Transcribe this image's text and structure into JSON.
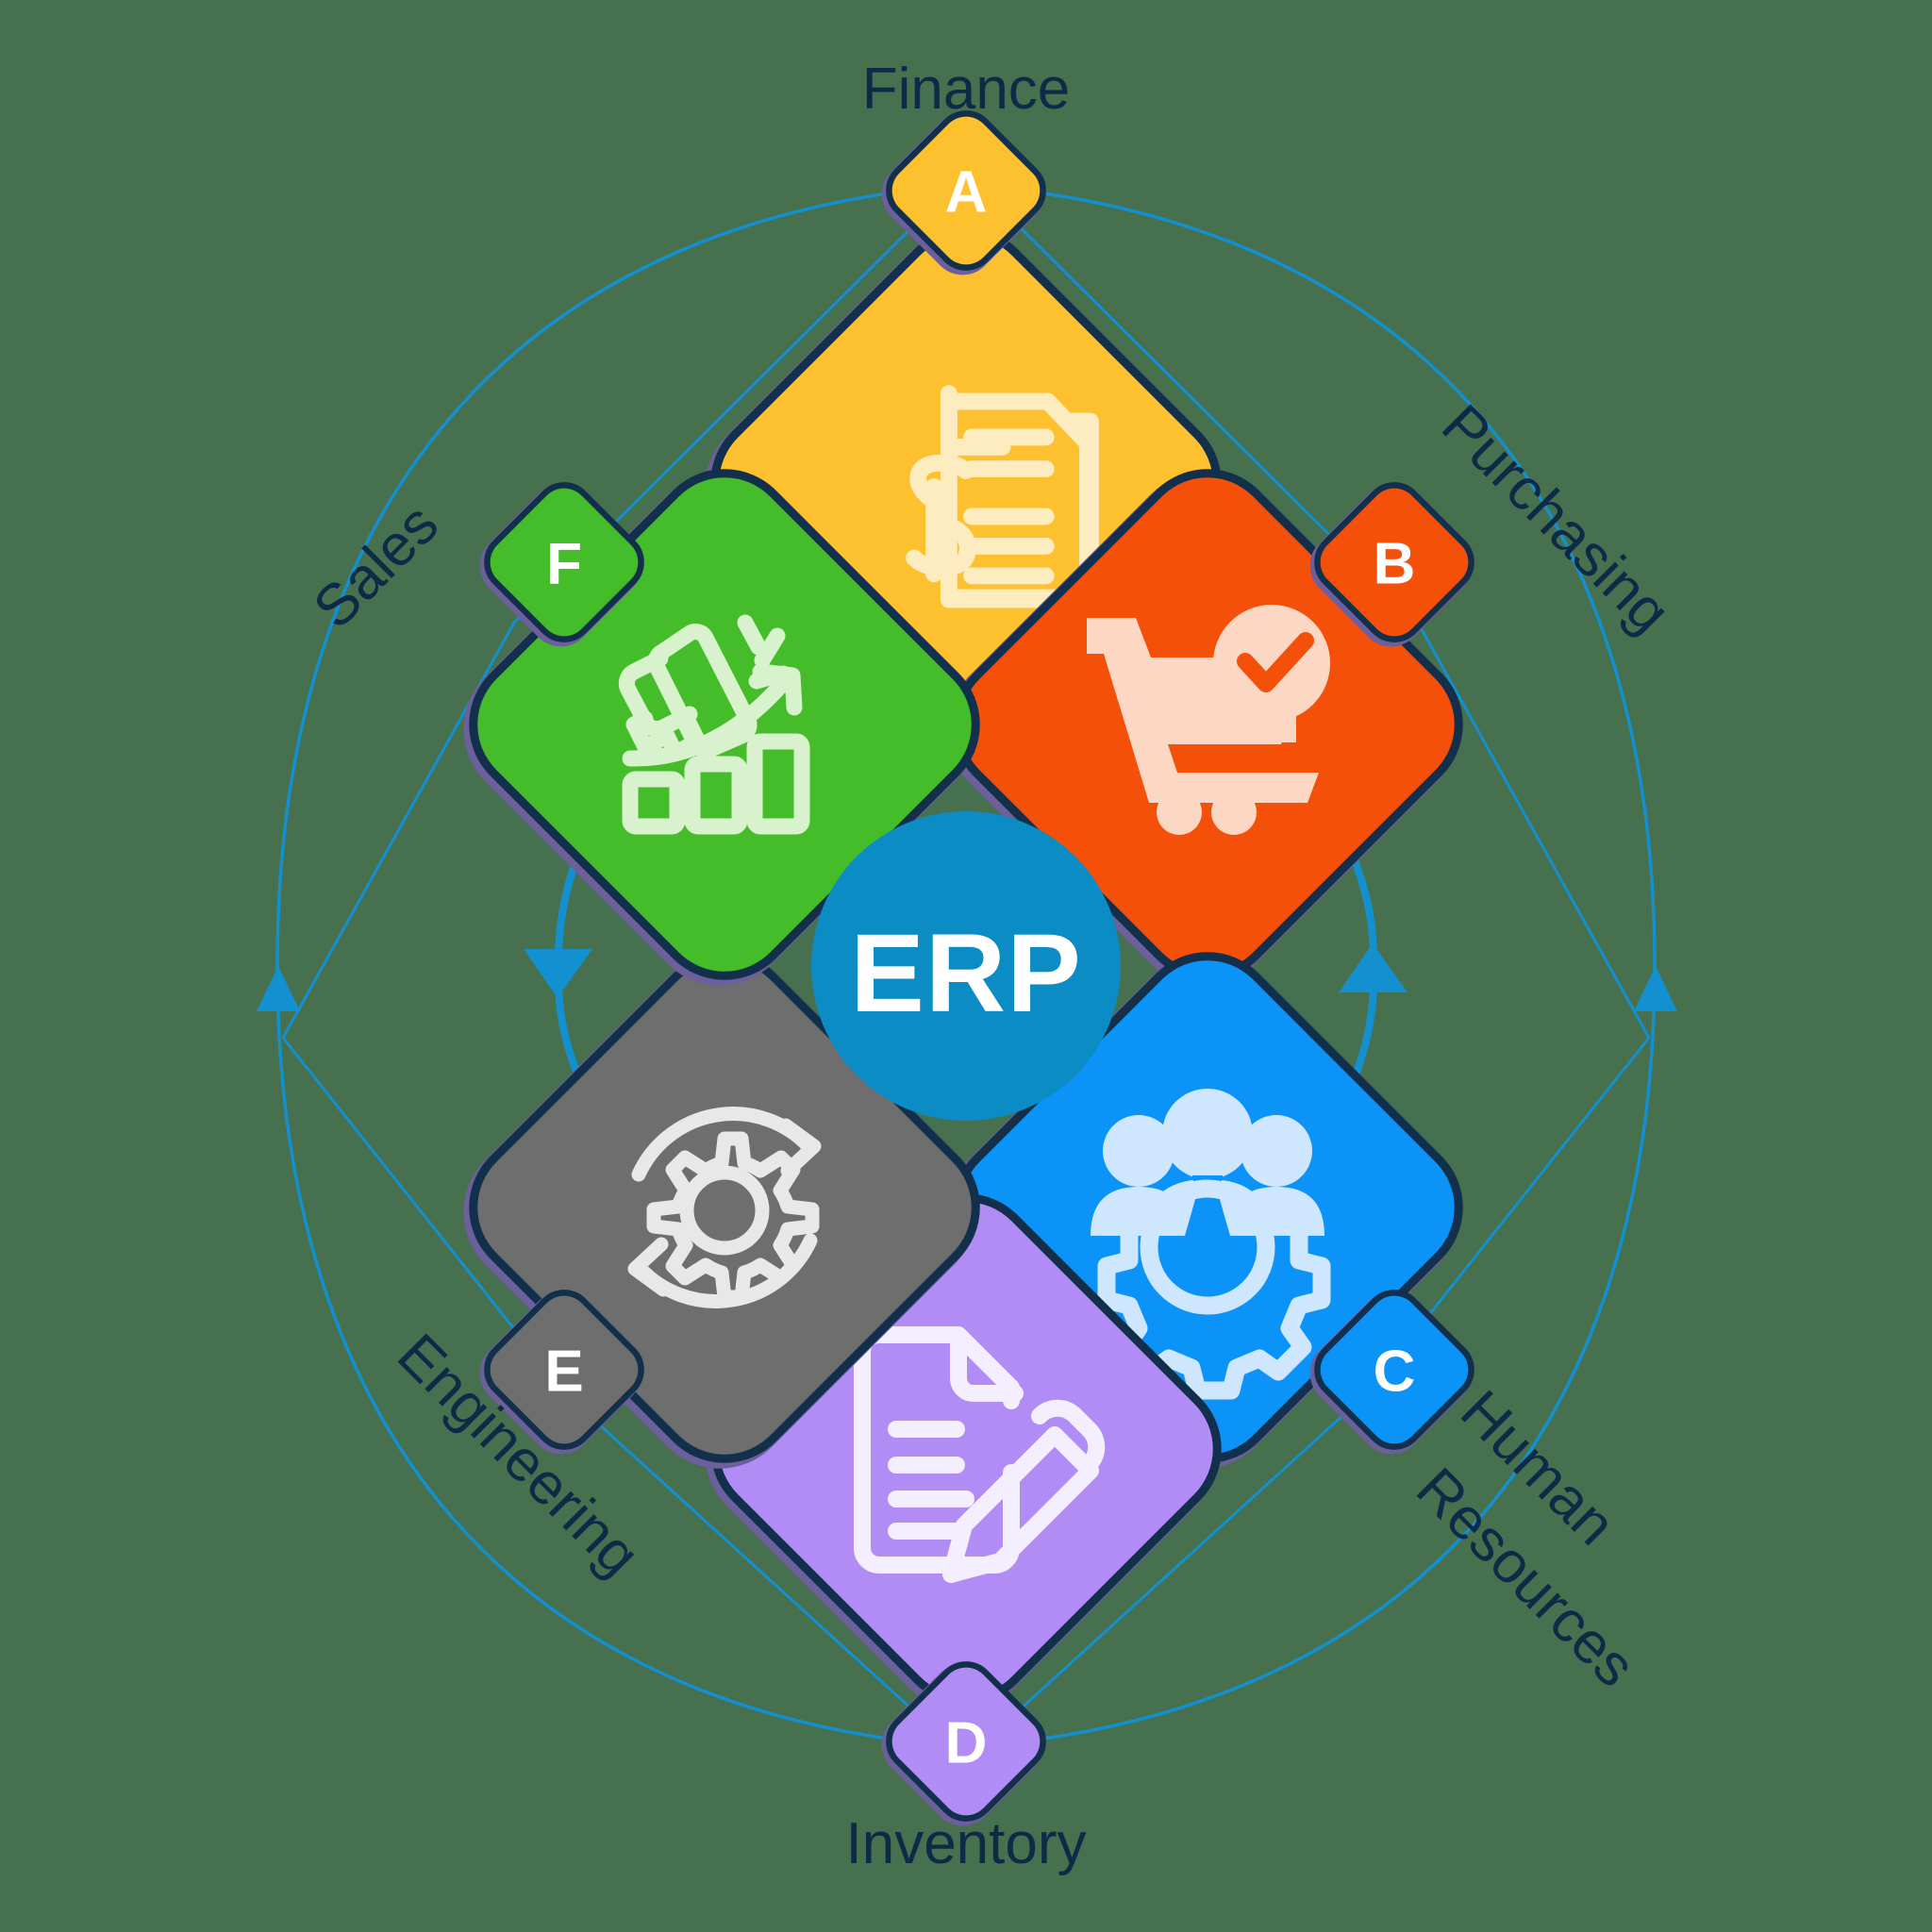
{
  "diagram": {
    "title": "ERP",
    "center": {
      "label": "ERP",
      "color": "#0b8cc4",
      "text_color": "#ffffff"
    },
    "background_color": "#47704f",
    "label_color": "#0d2a47",
    "connector_color": "#1390d0",
    "ring_outer_color": "#6d5f9c",
    "ring_inner_color": "#12304c",
    "nodes": [
      {
        "id": "A",
        "badge": "A",
        "label": "Finance",
        "color": "#fdc02f",
        "icon": "invoice-dollar-icon",
        "icon_color": "#fdecc0",
        "label_rotation": 0,
        "label_position": "top"
      },
      {
        "id": "B",
        "badge": "B",
        "label": "Purchasing",
        "color": "#f4500a",
        "icon": "shopping-cart-check-icon",
        "icon_color": "#fcd8c4",
        "label_rotation": 45,
        "label_position": "top-right"
      },
      {
        "id": "C",
        "badge": "C",
        "label": "Human Resources",
        "label_line1": "Human",
        "label_line2": "Resources",
        "color": "#0b93f7",
        "icon": "people-gear-icon",
        "icon_color": "#cfe6ff",
        "label_rotation": 45,
        "label_position": "bottom-right"
      },
      {
        "id": "D",
        "badge": "D",
        "label": "Inventory",
        "color": "#b18cf5",
        "icon": "document-pencil-icon",
        "icon_color": "#f4efff",
        "label_rotation": 0,
        "label_position": "bottom"
      },
      {
        "id": "E",
        "badge": "E",
        "label": "Engineering",
        "color": "#6e6e6e",
        "icon": "gear-refresh-icon",
        "icon_color": "#e8e8e8",
        "label_rotation": -45,
        "label_position": "bottom-left"
      },
      {
        "id": "F",
        "badge": "F",
        "label": "Sales",
        "color": "#45bd2a",
        "icon": "megaphone-growth-icon",
        "icon_color": "#d8f2cd",
        "label_rotation": -45,
        "label_position": "top-left"
      }
    ]
  }
}
